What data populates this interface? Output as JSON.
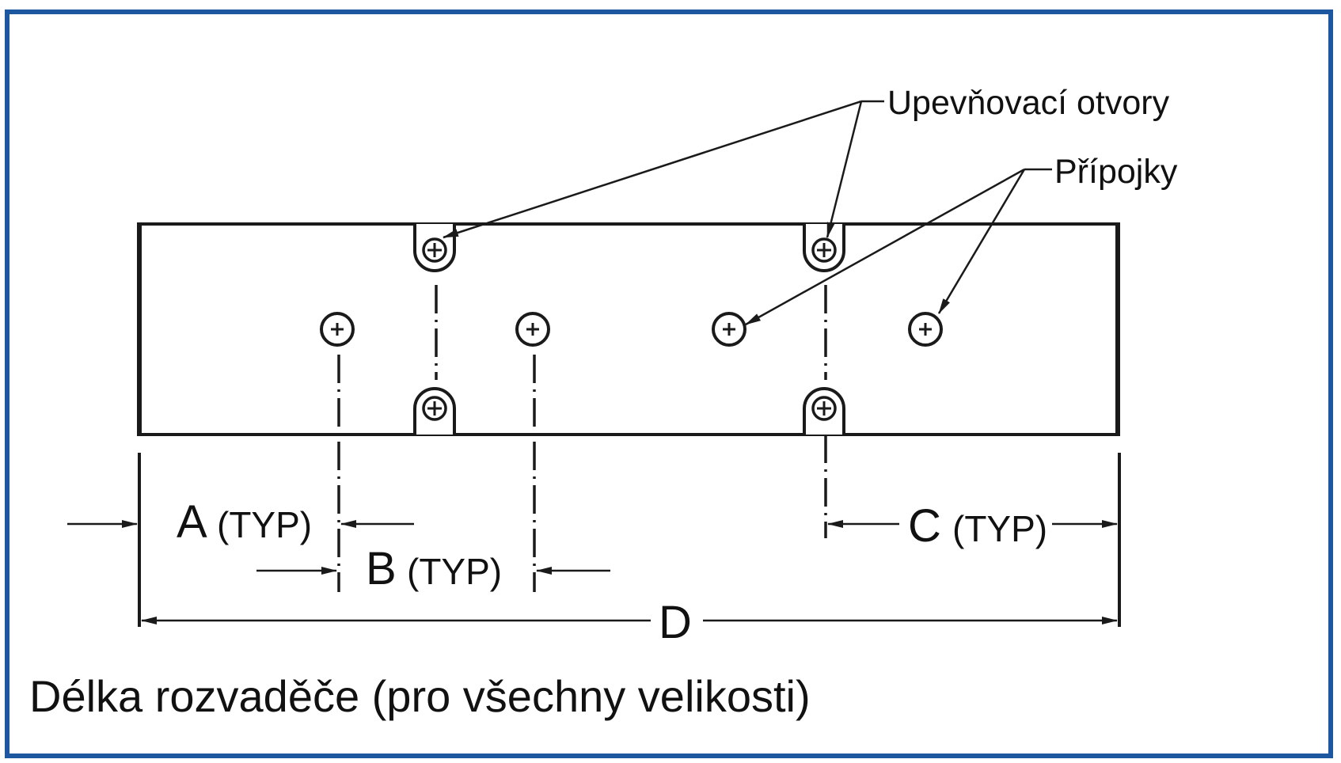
{
  "colors": {
    "frame_border": "#1d57a0",
    "line": "#1a1a1a"
  },
  "callouts": {
    "mounting_holes": "Upevňovací otvory",
    "connections": "Přípojky"
  },
  "dimensions": {
    "a_letter": "A",
    "a_note": "(TYP)",
    "b_letter": "B",
    "b_note": "(TYP)",
    "c_letter": "C",
    "c_note": "(TYP)",
    "d_letter": "D"
  },
  "caption": "Délka rozvaděče (pro všechny velikosti)"
}
